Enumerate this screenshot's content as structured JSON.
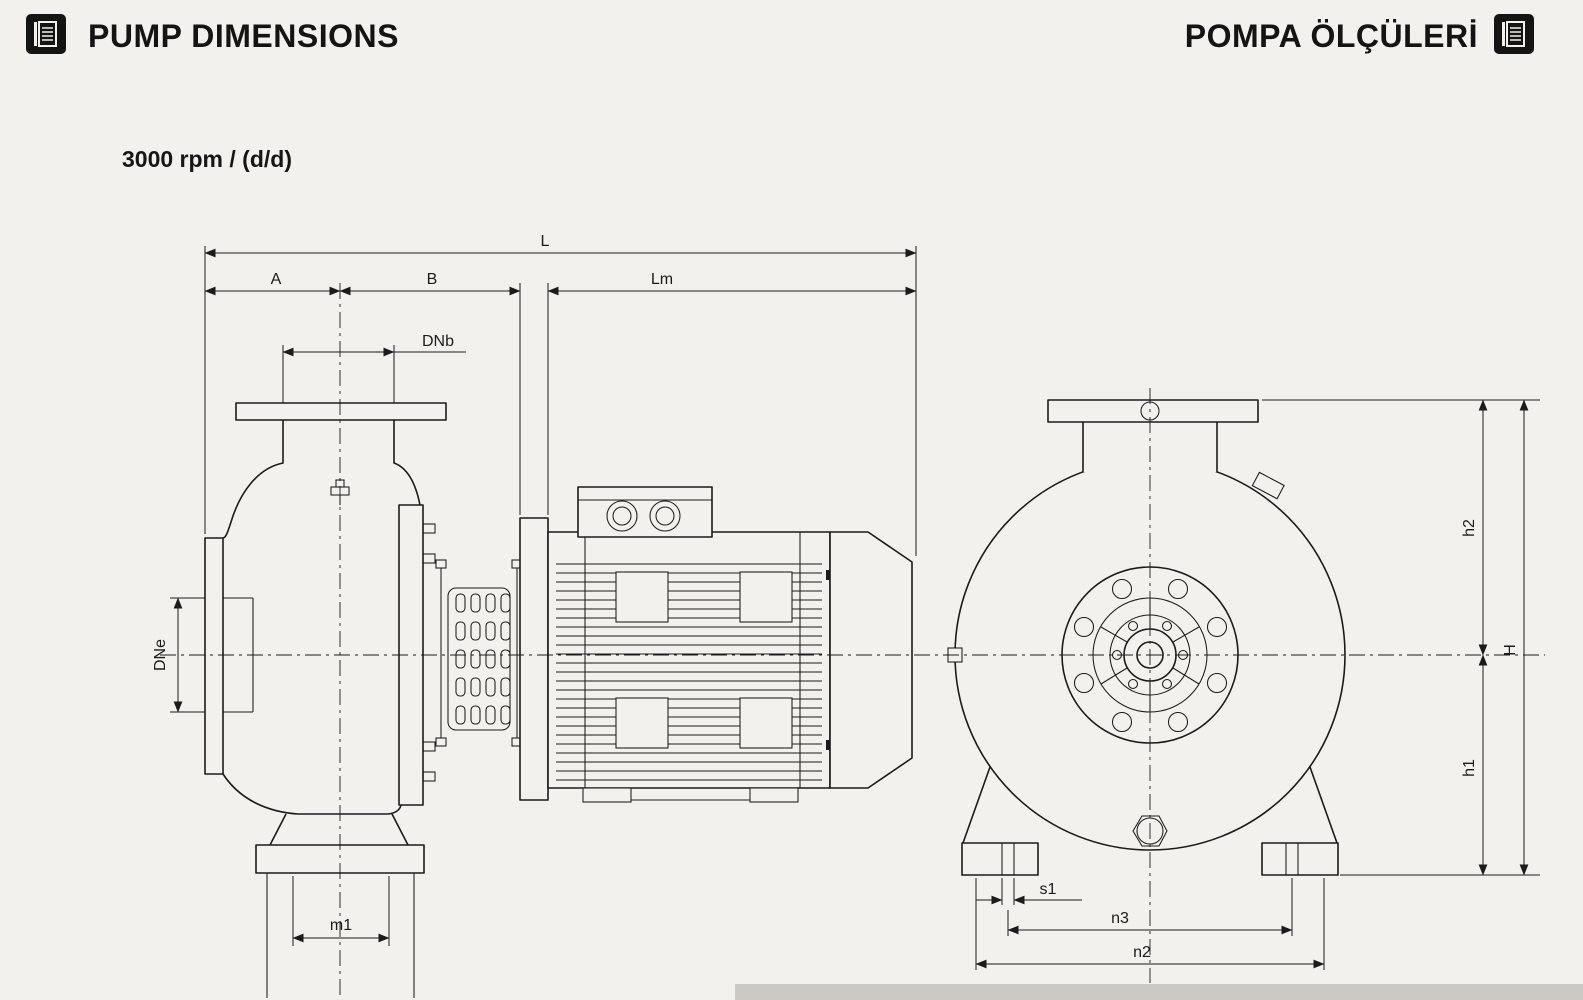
{
  "page": {
    "bg": "#f3f1ee",
    "ink": "#1b1b1b",
    "band_color": "#ccc9c5"
  },
  "header": {
    "title_en": "PUMP DIMENSIONS",
    "title_tr": "POMPA ÖLÇÜLERİ"
  },
  "drawing": {
    "subtitle": "3000 rpm / (d/d)",
    "labels": {
      "L": "L",
      "A": "A",
      "B": "B",
      "Lm": "Lm",
      "DNb": "DNb",
      "DNe": "DNe",
      "m1": "m1",
      "h2": "h2",
      "H": "H",
      "h1": "h1",
      "s1": "s1",
      "n3": "n3",
      "n2": "n2"
    }
  }
}
